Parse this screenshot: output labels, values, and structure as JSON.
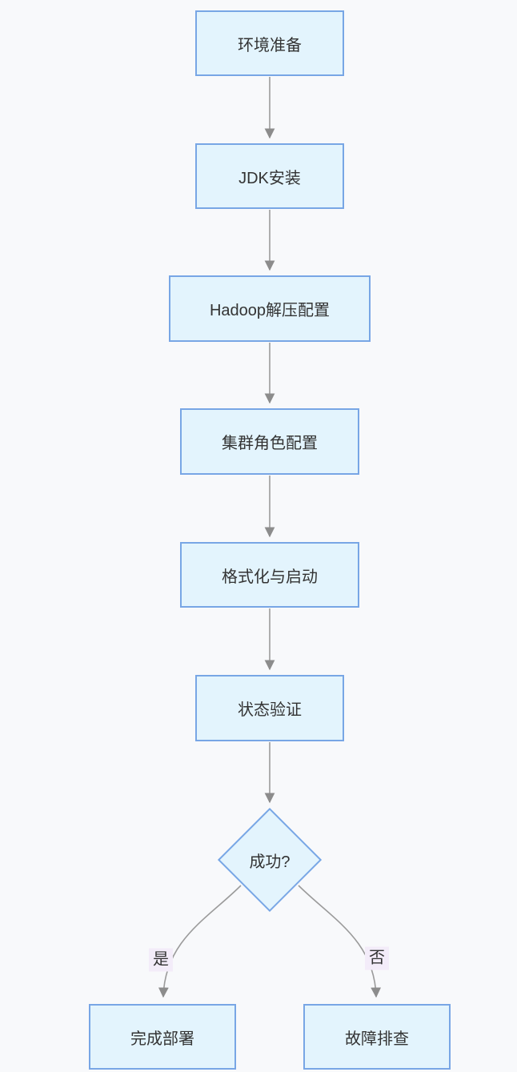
{
  "diagram": {
    "type": "flowchart",
    "direction": "top-down",
    "nodes": [
      {
        "id": "A",
        "shape": "rect",
        "label": "环境准备"
      },
      {
        "id": "B",
        "shape": "rect",
        "label": "JDK安装"
      },
      {
        "id": "C",
        "shape": "rect",
        "label": "Hadoop解压配置"
      },
      {
        "id": "D",
        "shape": "rect",
        "label": "集群角色配置"
      },
      {
        "id": "E",
        "shape": "rect",
        "label": "格式化与启动"
      },
      {
        "id": "F",
        "shape": "rect",
        "label": "状态验证"
      },
      {
        "id": "G",
        "shape": "diamond",
        "label": "成功?"
      },
      {
        "id": "H",
        "shape": "rect",
        "label": "完成部署"
      },
      {
        "id": "I",
        "shape": "rect",
        "label": "故障排查"
      }
    ],
    "edges": [
      {
        "from": "A",
        "to": "B",
        "label": ""
      },
      {
        "from": "B",
        "to": "C",
        "label": ""
      },
      {
        "from": "C",
        "to": "D",
        "label": ""
      },
      {
        "from": "D",
        "to": "E",
        "label": ""
      },
      {
        "from": "E",
        "to": "F",
        "label": ""
      },
      {
        "from": "F",
        "to": "G",
        "label": ""
      },
      {
        "from": "G",
        "to": "H",
        "label": "是"
      },
      {
        "from": "G",
        "to": "I",
        "label": "否"
      }
    ],
    "colors": {
      "background": "#f8f9fb",
      "node_fill": "#e3f4fd",
      "node_border": "#78a6e5",
      "edge_line": "#9b9b9b",
      "arrowhead": "#8c8c8c",
      "edge_label_bg": "#f3ecf9",
      "text": "#333333"
    }
  }
}
